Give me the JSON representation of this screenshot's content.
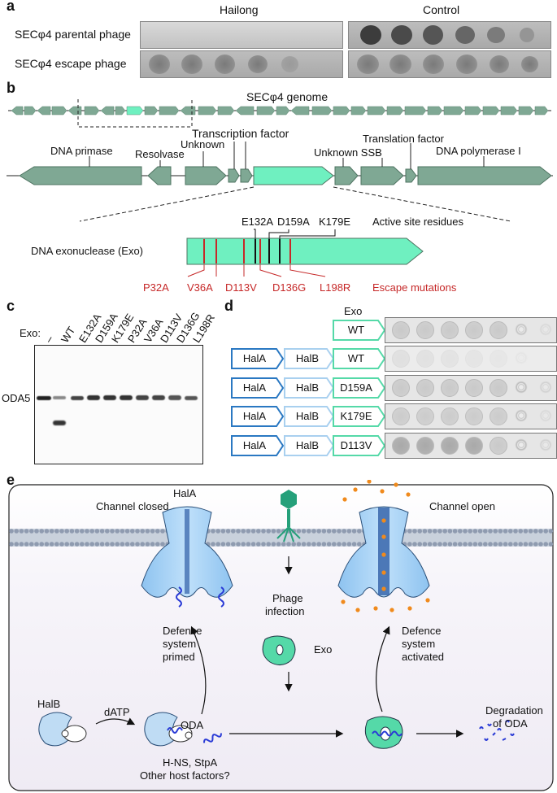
{
  "panel_a": {
    "label": "a",
    "col_hailong": "Hailong",
    "col_control": "Control",
    "row_parental": "SECφ4 parental phage",
    "row_escape": "SECφ4 escape phage"
  },
  "panel_b": {
    "label": "b",
    "genome_title": "SECφ4 genome",
    "genes": {
      "dna_primase": "DNA primase",
      "resolvase": "Resolvase",
      "unknown1": "Unknown",
      "transcription_factor": "Transcription factor",
      "unknown_ssb": "Unknown SSB",
      "translation_factor": "Translation factor",
      "dna_pol": "DNA polymerase I"
    },
    "exo_label": "DNA exonuclease (Exo)",
    "active_sites": [
      "E132A",
      "D159A",
      "K179E"
    ],
    "active_sites_label": "Active site residues",
    "escape_mutations": [
      "P32A",
      "V36A",
      "D113V",
      "D136G",
      "L198R"
    ],
    "escape_label": "Escape mutations"
  },
  "panel_c": {
    "label": "c",
    "exo_prefix": "Exo:",
    "lanes": [
      "–",
      "WT",
      "E132A",
      "D159A",
      "K179E",
      "P32A",
      "V36A",
      "D113V",
      "D136G",
      "L198R"
    ],
    "band_label": "ODA5"
  },
  "panel_d": {
    "label": "d",
    "exo_header": "Exo",
    "rows": [
      {
        "halA": "",
        "halB": "",
        "exo": "WT"
      },
      {
        "halA": "HalA",
        "halB": "HalB",
        "exo": "WT"
      },
      {
        "halA": "HalA",
        "halB": "HalB",
        "exo": "D159A"
      },
      {
        "halA": "HalA",
        "halB": "HalB",
        "exo": "K179E"
      },
      {
        "halA": "HalA",
        "halB": "HalB",
        "exo": "D113V"
      }
    ]
  },
  "panel_e": {
    "label": "e",
    "channel_closed": "Channel closed",
    "hala": "HalA",
    "channel_open": "Channel open",
    "phage_infection_1": "Phage",
    "phage_infection_2": "infection",
    "exo": "Exo",
    "defence_primed_1": "Defence",
    "defence_primed_2": "system",
    "defence_primed_3": "primed",
    "defence_activated_1": "Defence",
    "defence_activated_2": "system",
    "defence_activated_3": "activated",
    "halb": "HalB",
    "datp": "dATP",
    "oda": "ODA",
    "host_factors_1": "H-NS, StpA",
    "host_factors_2": "Other host factors?",
    "degradation_1": "Degradation",
    "degradation_2": "of ODA"
  },
  "colors": {
    "gene_fill": "#7fa894",
    "exo_fill": "#6ff0c0",
    "halA_blue": "#2a78c2",
    "halB_light": "#a9d0ef",
    "mutation_red": "#c62828",
    "membrane": "#aeb7c4",
    "cell_bg": "#eeeaf3"
  }
}
